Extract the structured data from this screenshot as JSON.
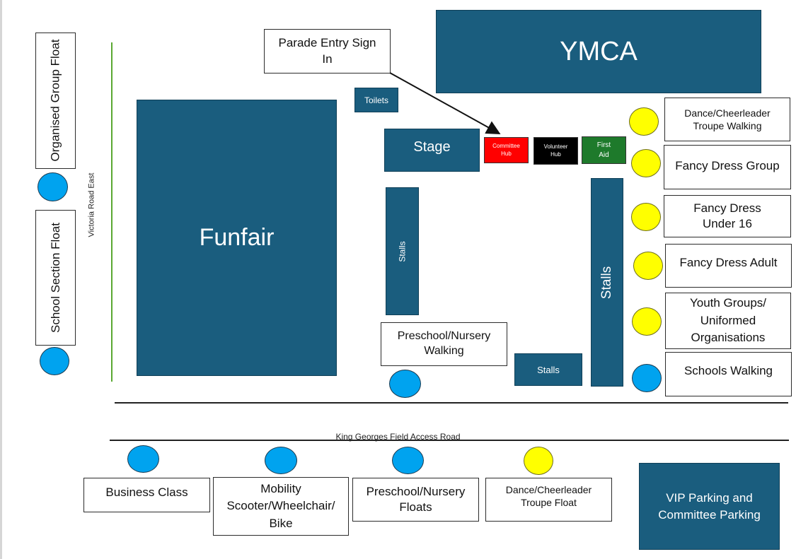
{
  "colors": {
    "block": "#1a5d7e",
    "committee_hub": "#ff0000",
    "volunteer_hub": "#000000",
    "first_aid": "#1e7a2b",
    "green_line": "#5aa832",
    "blue_marker": "#00a3ef",
    "yellow_marker": "#ffff00"
  },
  "buildings": {
    "ymca": "YMCA",
    "funfair": "Funfair",
    "stage": "Stage",
    "toilets": "Toilets",
    "stalls_left": "Stalls",
    "stalls_right": "Stalls",
    "stalls_bottom": "Stalls",
    "vip_parking": "VIP Parking and Committee Parking"
  },
  "hubs": {
    "committee": "Committee Hub",
    "volunteer": "Volunteer Hub",
    "first_aid": "First Aid"
  },
  "parade_entry": "Parade Entry Sign In",
  "roads": {
    "victoria": "Victoria Road East",
    "king_georges": "King Georges Field Access Road"
  },
  "left_labels": {
    "organised_group": "Organised Group Float",
    "school_section": "School Section Float"
  },
  "right_labels": {
    "dance_walking": "Dance/Cheerleader Troupe Walking",
    "fancy_group": "Fancy Dress Group",
    "fancy_under16": "Fancy Dress Under 16",
    "fancy_adult": "Fancy Dress Adult",
    "youth_groups": "Youth Groups/ Uniformed Organisations",
    "schools_walking": "Schools Walking"
  },
  "center_labels": {
    "preschool_walking": "Preschool/Nursery Walking"
  },
  "bottom_labels": {
    "business_class": "Business Class",
    "mobility": "Mobility Scooter/Wheelchair/ Bike",
    "preschool_floats": "Preschool/Nursery Floats",
    "dance_float": "Dance/Cheerleader Troupe Float"
  },
  "markers": {
    "blue": [
      "organised-group",
      "school-section",
      "preschool-walking",
      "schools-walking",
      "business-class",
      "mobility",
      "preschool-floats"
    ],
    "yellow": [
      "dance-walking",
      "fancy-group",
      "fancy-under16",
      "fancy-adult",
      "youth-groups",
      "dance-float"
    ]
  }
}
